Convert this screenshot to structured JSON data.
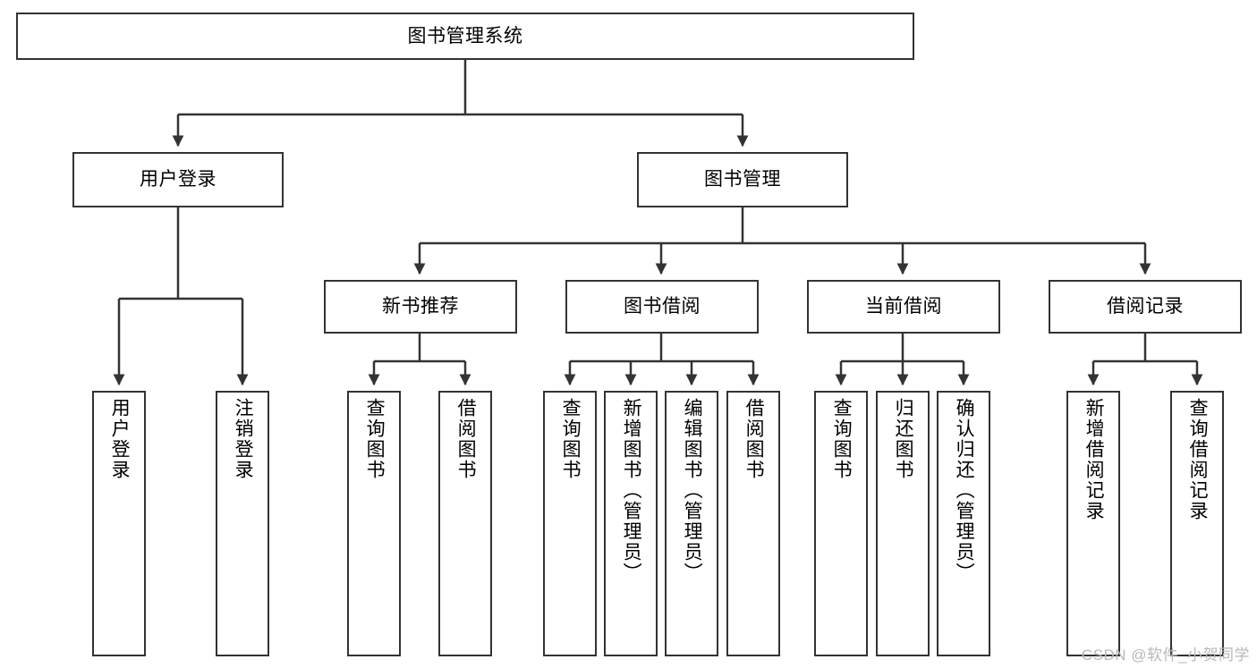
{
  "diagram": {
    "title": "图书管理系统",
    "type": "tree-hierarchy-chart",
    "accent_color": "#333333",
    "background_color": "#ffffff",
    "watermark": "CSDN @软件_小贺同学",
    "nodes": {
      "root": {
        "label": "图书管理系统"
      },
      "level2": [
        {
          "id": "user-login",
          "label": "用户登录"
        },
        {
          "id": "book-manage",
          "label": "图书管理"
        }
      ],
      "level3": [
        {
          "id": "new-book-recommend",
          "label": "新书推荐"
        },
        {
          "id": "book-borrow",
          "label": "图书借阅"
        },
        {
          "id": "current-borrow",
          "label": "当前借阅"
        },
        {
          "id": "borrow-record",
          "label": "借阅记录"
        }
      ],
      "leaves_user_login": [
        {
          "id": "leaf-user-login",
          "label": "用户登录"
        },
        {
          "id": "leaf-user-logout",
          "label": "注销登录"
        }
      ],
      "leaves_new_book": [
        {
          "id": "leaf-query-book-1",
          "label": "查询图书"
        },
        {
          "id": "leaf-borrow-book-1",
          "label": "借阅图书"
        }
      ],
      "leaves_book_borrow": [
        {
          "id": "leaf-query-book-2",
          "label": "查询图书"
        },
        {
          "id": "leaf-add-book",
          "label": "新增图书（管理员）"
        },
        {
          "id": "leaf-edit-book",
          "label": "编辑图书（管理员）"
        },
        {
          "id": "leaf-borrow-book-2",
          "label": "借阅图书"
        }
      ],
      "leaves_current_borrow": [
        {
          "id": "leaf-query-book-3",
          "label": "查询图书"
        },
        {
          "id": "leaf-return-book",
          "label": "归还图书"
        },
        {
          "id": "leaf-confirm-return",
          "label": "确认归还（管理员）"
        }
      ],
      "leaves_borrow_record": [
        {
          "id": "leaf-add-record",
          "label": "新增借阅记录"
        },
        {
          "id": "leaf-query-record",
          "label": "查询借阅记录"
        }
      ]
    }
  }
}
